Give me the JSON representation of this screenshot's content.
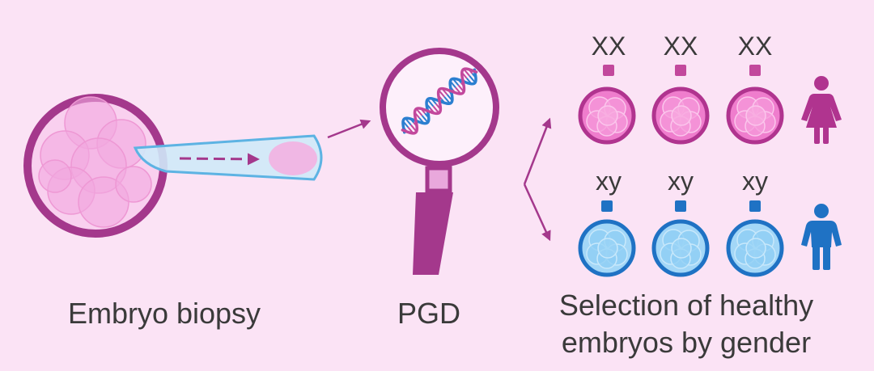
{
  "colors": {
    "background": "#fbe3f5",
    "primary": "#a4388c",
    "female": "#b0348f",
    "female_fill": "#ef7dcd",
    "male": "#1f72c4",
    "male_fill": "#a3d7f7",
    "pipette": "#5db3e3",
    "text": "#3a3a3a"
  },
  "labels": {
    "biopsy": "Embryo biopsy",
    "pgd": "PGD",
    "selection": [
      "Selection of healthy",
      "embryos by gender"
    ]
  },
  "female_row": {
    "chromosomes": [
      "XX",
      "XX",
      "XX"
    ],
    "icon": "female-icon"
  },
  "male_row": {
    "chromosomes": [
      "xy",
      "xy",
      "xy"
    ],
    "icon": "male-icon"
  },
  "icons": [
    "embryo-icon",
    "pipette-icon",
    "magnifying-glass-icon",
    "dna-icon"
  ]
}
